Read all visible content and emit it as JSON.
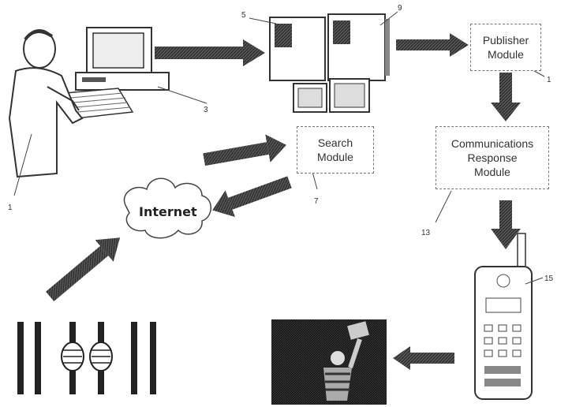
{
  "modules": {
    "publisher": [
      "Publisher",
      "Module"
    ],
    "search": [
      "Search",
      "Module"
    ],
    "comm": [
      "Communications",
      "Response",
      "Module"
    ]
  },
  "internet_label": "Internet",
  "refs": {
    "user": "1",
    "workstation": "3",
    "server_a": "5",
    "search_module": "7",
    "server_b": "9",
    "publisher_module": "1",
    "comm_module": "13",
    "phone": "15"
  },
  "colors": {
    "arrow": "#3a3a3a",
    "line": "#444444",
    "photo_bg": "#222222"
  },
  "icons": [
    "user-at-computer-icon",
    "server-cluster-icon",
    "cloud-icon",
    "jail-bars-icon",
    "mobile-phone-icon",
    "prisoner-photo-icon"
  ]
}
